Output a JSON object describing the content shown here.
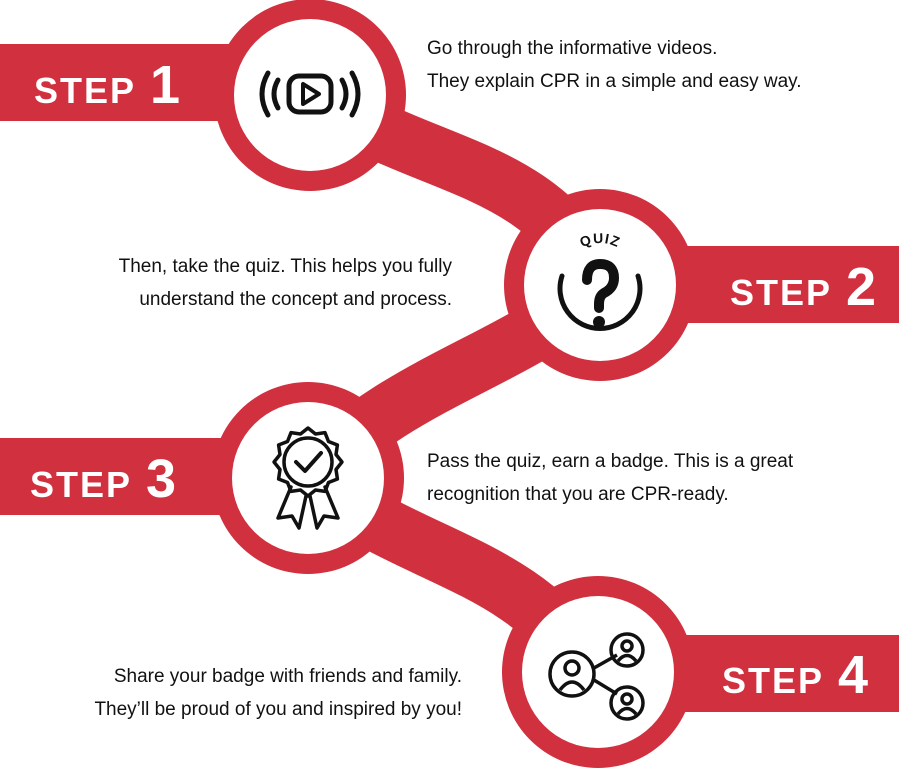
{
  "colors": {
    "accent": "#D1303F",
    "circle_fill": "#FFFFFF",
    "icon": "#111111",
    "text": "#111111"
  },
  "steps": [
    {
      "word": "STEP",
      "number": "1",
      "icon": "video-play-icon",
      "lines": [
        "Go through the informative videos.",
        "They explain CPR in a simple and easy way."
      ]
    },
    {
      "word": "STEP",
      "number": "2",
      "icon": "quiz-question-icon",
      "icon_text": "QUIZ",
      "lines": [
        "Then, take the quiz. This helps you fully",
        "understand the concept and process."
      ]
    },
    {
      "word": "STEP",
      "number": "3",
      "icon": "badge-check-icon",
      "lines": [
        "Pass the quiz, earn a badge. This is a great",
        "recognition that you are CPR-ready."
      ]
    },
    {
      "word": "STEP",
      "number": "4",
      "icon": "share-people-icon",
      "lines": [
        "Share your badge with friends and family.",
        "They’ll be proud of you and inspired by you!"
      ]
    }
  ]
}
